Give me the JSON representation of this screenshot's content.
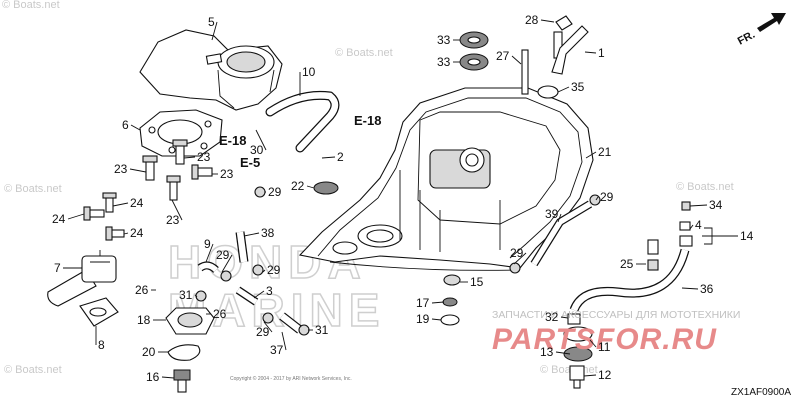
{
  "diagram_code": "ZX1AF0900A",
  "direction_label": "FR.",
  "references": [
    "E-18",
    "E-18",
    "E-5"
  ],
  "copyright": "Copyright © 2004 - 2017 by ARI Network Services, Inc.",
  "watermark": {
    "site": "© Boats.net",
    "big_top": "HONDA",
    "big_bottom": "MARINE",
    "shop_caption": "ЗАПЧАСТИ И АКСЕССУАРЫ ДЛЯ МОТОТЕХНИКИ",
    "shop_logo": "PARTSFOR.RU"
  },
  "callouts": [
    {
      "num": "1"
    },
    {
      "num": "2"
    },
    {
      "num": "3"
    },
    {
      "num": "4"
    },
    {
      "num": "5"
    },
    {
      "num": "6"
    },
    {
      "num": "7"
    },
    {
      "num": "8"
    },
    {
      "num": "9"
    },
    {
      "num": "10"
    },
    {
      "num": "11"
    },
    {
      "num": "12"
    },
    {
      "num": "13"
    },
    {
      "num": "14"
    },
    {
      "num": "15"
    },
    {
      "num": "16"
    },
    {
      "num": "17"
    },
    {
      "num": "18"
    },
    {
      "num": "19"
    },
    {
      "num": "20"
    },
    {
      "num": "21"
    },
    {
      "num": "22"
    },
    {
      "num": "23"
    },
    {
      "num": "23"
    },
    {
      "num": "23"
    },
    {
      "num": "23"
    },
    {
      "num": "24"
    },
    {
      "num": "24"
    },
    {
      "num": "24"
    },
    {
      "num": "25"
    },
    {
      "num": "26"
    },
    {
      "num": "26"
    },
    {
      "num": "27"
    },
    {
      "num": "28"
    },
    {
      "num": "29"
    },
    {
      "num": "29"
    },
    {
      "num": "29"
    },
    {
      "num": "29"
    },
    {
      "num": "29"
    },
    {
      "num": "29"
    },
    {
      "num": "30"
    },
    {
      "num": "31"
    },
    {
      "num": "31"
    },
    {
      "num": "32"
    },
    {
      "num": "33"
    },
    {
      "num": "33"
    },
    {
      "num": "34"
    },
    {
      "num": "35"
    },
    {
      "num": "36"
    },
    {
      "num": "37"
    },
    {
      "num": "38"
    },
    {
      "num": "39"
    }
  ]
}
